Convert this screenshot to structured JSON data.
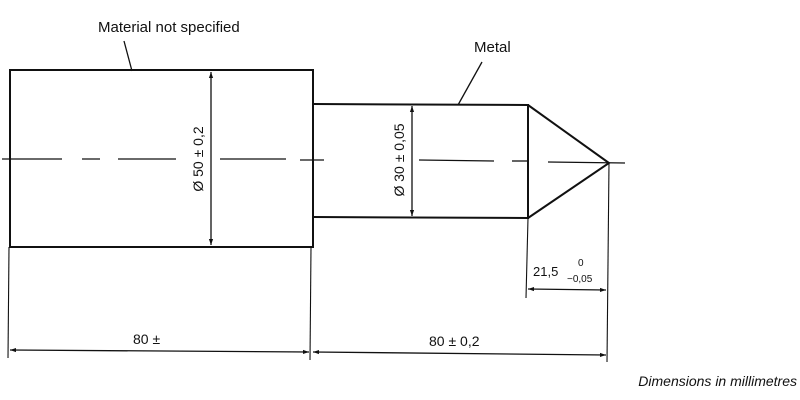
{
  "drawing": {
    "labels": {
      "material_large": "Material not specified",
      "material_small": "Metal"
    },
    "dimensions": {
      "large_diameter": "Ø 50 ± 0,2",
      "small_diameter": "Ø 30 ± 0,05",
      "large_length": "80 ±",
      "small_length": "80 ± 0,2",
      "cone_length_base": "21,5",
      "cone_length_upper": "0",
      "cone_length_lower": "−0,05"
    },
    "note": "Dimensions in millimetres"
  },
  "colors": {
    "line": "#111111",
    "background": "#ffffff"
  }
}
